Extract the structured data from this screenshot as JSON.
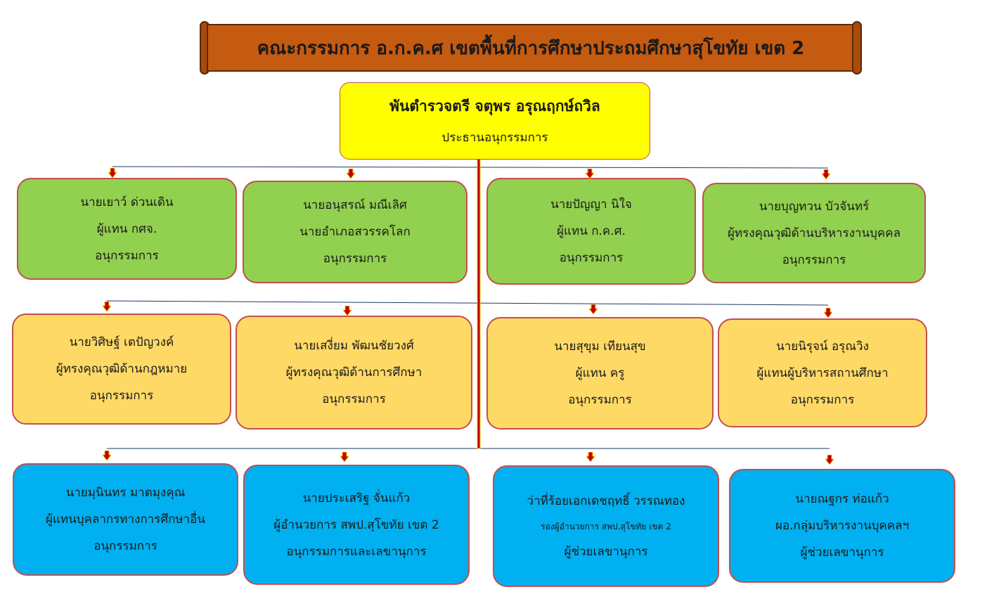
{
  "title": "คณะกรรมการ อ.ก.ค.ศ เขตพื้นที่การศึกษาประถมศึกษาสุโขทัย เขต 2",
  "chair": {
    "name": "พันตำรวจตรี จตุพร  อรุณฤกษ์ถวิล",
    "role": "ประธานอนุกรรมการ"
  },
  "row1": [
    {
      "lines": [
        "นายเยาว์  ด่วนเดิน",
        "ผู้แทน กศจ.",
        "อนุกรรมการ"
      ]
    },
    {
      "lines": [
        "นายอนุสรณ์ มณีเลิศ",
        "นายอำเภอสวรรคโลก",
        "อนุกรรมการ"
      ]
    },
    {
      "lines": [
        "นายปัญญา นิใจ",
        "ผู้แทน ก.ค.ศ.",
        "อนุกรรมการ"
      ]
    },
    {
      "lines": [
        "นายบุญทวน  บัวจันทร์",
        "ผู้ทรงคุณวุฒิด้านบริหารงานบุคคล",
        "อนุกรรมการ"
      ]
    }
  ],
  "row2": [
    {
      "lines": [
        "นายวิศิษฐ์  เตปัญวงค์",
        "ผู้ทรงคุณวุฒิด้านกฎหมาย",
        "อนุกรรมการ"
      ]
    },
    {
      "lines": [
        "นายเสงี่ยม พัฒนชัยวงศ์",
        "ผู้ทรงคุณวุฒิด้านการศึกษา",
        "อนุกรรมการ"
      ]
    },
    {
      "lines": [
        "นายสุขุม  เทียนสุข",
        "ผู้แทน ครู",
        "อนุกรรมการ"
      ]
    },
    {
      "lines": [
        "นายนิรุจน์  อรุณวิง",
        "ผู้แทนผู้บริหารสถานศึกษา",
        "อนุกรรมการ"
      ]
    }
  ],
  "row3": [
    {
      "lines": [
        "นายมุนินทร  มาตมุงคุณ",
        "ผู้แทนบุคลากรทางการศึกษาอื่น",
        "อนุกรรมการ"
      ]
    },
    {
      "lines": [
        "นายประเสริฐ  จั่นแก้ว",
        "ผู้อำนวยการ สพป.สุโขทัย เขต 2",
        "อนุกรรมการและเลขานุการ"
      ]
    },
    {
      "lines": [
        "ว่าที่ร้อยเอกเดชฤทธิ์ วรรณทอง",
        "รองผู้อำนวยการ  สพป.สุโขทัย เขต 2",
        "ผู้ช่วยเลขานุการ"
      ]
    },
    {
      "lines": [
        "นายณฐกร  ท่อแก้ว",
        "ผอ.กลุ่มบริหารงานบุคคลฯ",
        "ผู้ช่วยเลขานุการ"
      ]
    }
  ],
  "colors": {
    "banner": "#c55a11",
    "chair": "#ffff00",
    "row1": "#92d050",
    "row2": "#ffd966",
    "row3": "#00b0f0",
    "trunk": "#c00000"
  }
}
